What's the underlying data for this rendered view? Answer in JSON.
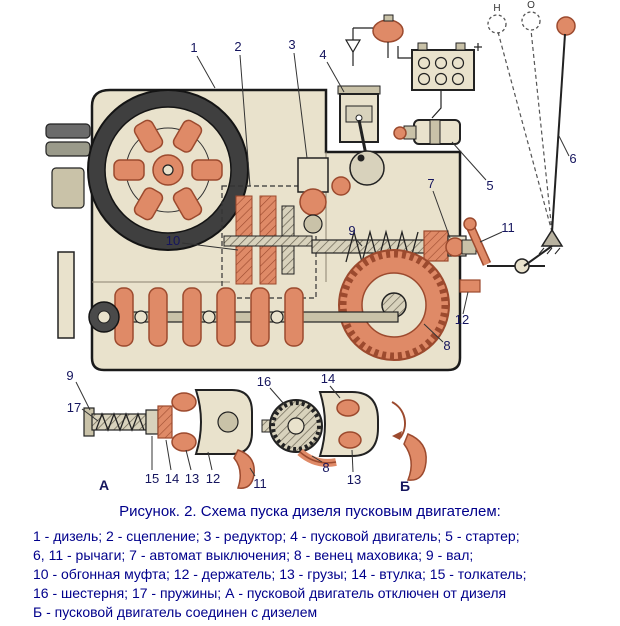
{
  "figure": {
    "caption": "Рисунок. 2. Схема пуска дизеля пусковым двигателем:",
    "legend_lines": [
      "1 - дизель; 2 - сцепление; 3 - редуктор; 4 - пусковой двигатель; 5 - стартер;",
      "6, 11 - рычаги; 7 - автомат выключения; 8 - венец маховика; 9 - вал;",
      "10 - обгонная муфта; 12 - держатель; 13 - грузы; 14 - втулка; 15 - толкатель;",
      "16 - шестерня; 17 - пружины; А - пусковой двигатель отключен от дизеля",
      "Б - пусковой двигатель соединен с дизелем"
    ]
  },
  "diagram": {
    "main_callouts": [
      "1",
      "2",
      "3",
      "4",
      "5",
      "6",
      "7",
      "8",
      "9",
      "10",
      "11",
      "12"
    ],
    "detail_a_callouts": [
      "9",
      "17",
      "15",
      "14",
      "13",
      "12",
      "11"
    ],
    "detail_b_callouts": [
      "16",
      "14",
      "8",
      "13"
    ],
    "detail_labels": [
      "А",
      "Б"
    ],
    "lever_position_labels": [
      "Н",
      "О"
    ],
    "colors": {
      "body_beige": "#e9e2cc",
      "accent_salmon": "#df8a67",
      "outline_dark": "#1a1a1a",
      "text_navy": "#00008b"
    }
  }
}
